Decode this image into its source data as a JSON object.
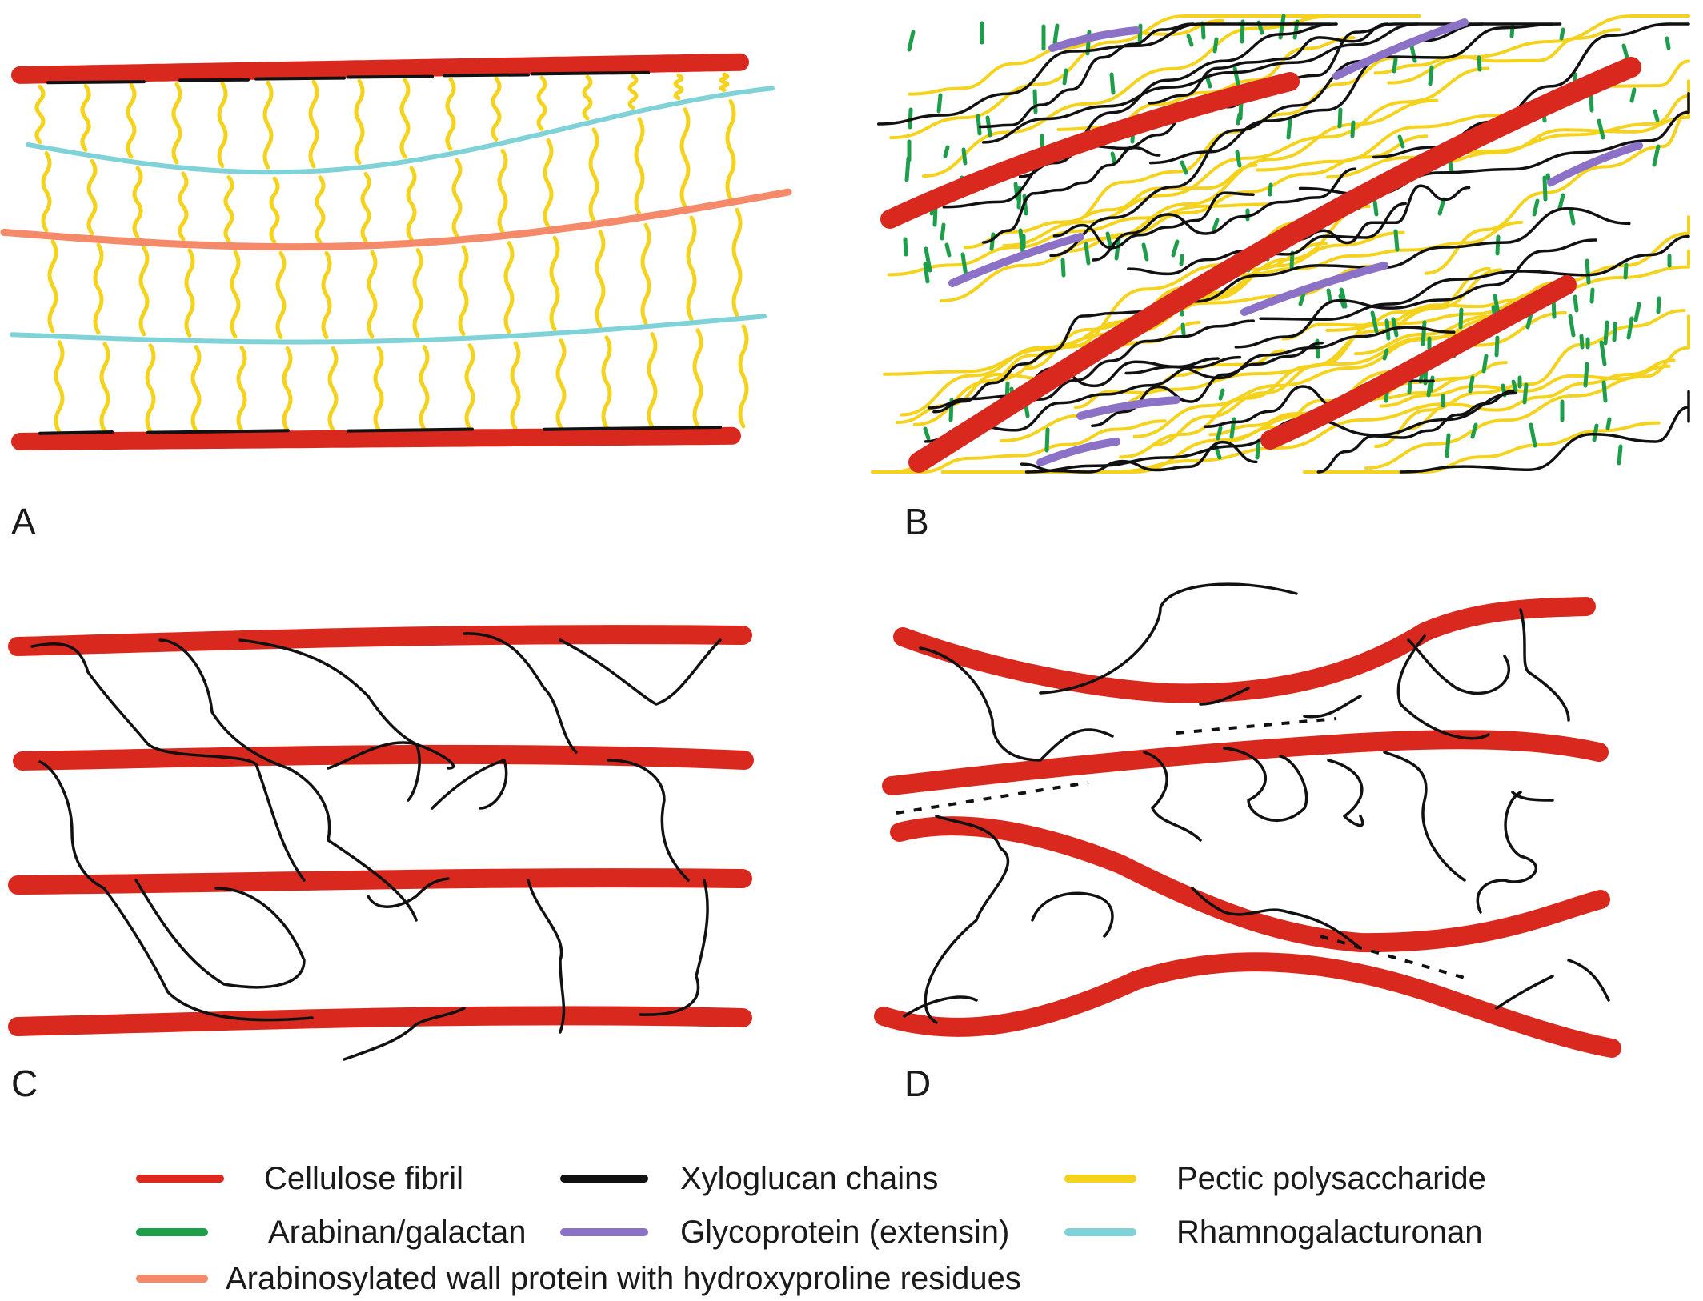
{
  "figure": {
    "panels": [
      {
        "id": "A",
        "label": "A"
      },
      {
        "id": "B",
        "label": "B"
      },
      {
        "id": "C",
        "label": "C"
      },
      {
        "id": "D",
        "label": "D"
      }
    ]
  },
  "legend": {
    "items": [
      {
        "key": "cellulose",
        "label": "Cellulose fibril",
        "color": "#d9281e"
      },
      {
        "key": "xyloglucan",
        "label": "Xyloglucan chains",
        "color": "#111111"
      },
      {
        "key": "pectic",
        "label": "Pectic polysaccharide",
        "color": "#f5d21c"
      },
      {
        "key": "arabinan",
        "label": "Arabinan/galactan",
        "color": "#1e9e4a"
      },
      {
        "key": "glycoprotein",
        "label": "Glycoprotein (extensin)",
        "color": "#8c72c6"
      },
      {
        "key": "rhamno",
        "label": "Rhamnogalacturonan",
        "color": "#7fd3d8"
      },
      {
        "key": "arabinosylated",
        "label": "Arabinosylated wall protein with hydroxyproline residues",
        "color": "#f58a6a"
      }
    ]
  }
}
